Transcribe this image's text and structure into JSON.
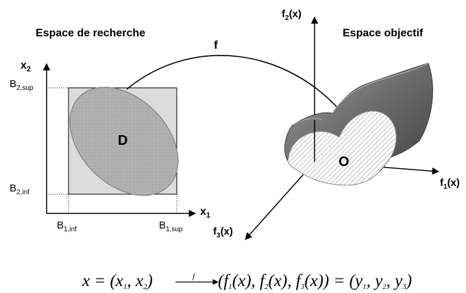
{
  "search_space_title": "Espace de recherche",
  "objective_space_title": "Espace objectif",
  "map_label": "f",
  "domain_label": "D",
  "objective_label": "O",
  "x2_axis": {
    "main": "x",
    "sub": "2"
  },
  "x1_axis": {
    "main": "x",
    "sub": "1"
  },
  "b2sup": {
    "main": "B",
    "sub": "2,sup"
  },
  "b2inf": {
    "main": "B",
    "sub": "2,inf"
  },
  "b1inf": {
    "main": "B",
    "sub": "1,inf"
  },
  "b1sup": {
    "main": "B",
    "sub": "1,sup"
  },
  "f1_axis": {
    "main": "f",
    "sub": "1",
    "arg": "(x)"
  },
  "f2_axis": {
    "main": "f",
    "sub": "2",
    "arg": "(x)"
  },
  "f3_axis": {
    "main": "f",
    "sub": "3",
    "arg": "(x)"
  },
  "equation": {
    "lhs": "x = (x",
    "lhs_sub1": "1",
    "lhs_mid": ", x",
    "lhs_sub2": "2",
    "lhs_end": ")",
    "arrow_label": "f",
    "rhs_a": "(f",
    "rhs_sub1": "1",
    "rhs_b": "(x), f",
    "rhs_sub2": "2",
    "rhs_c": "(x), f",
    "rhs_sub3": "3",
    "rhs_d": "(x)) = (y",
    "rhs_y1": "1",
    "rhs_e": ", y",
    "rhs_y2": "2",
    "rhs_f": ", y",
    "rhs_y3": "3",
    "rhs_g": ")"
  },
  "colors": {
    "box_fill": "#dcdcdc",
    "ellipse_fill": "#b4b4b4",
    "surface_dark": "#6e6e6e",
    "surface_light": "#9a9a9a"
  }
}
